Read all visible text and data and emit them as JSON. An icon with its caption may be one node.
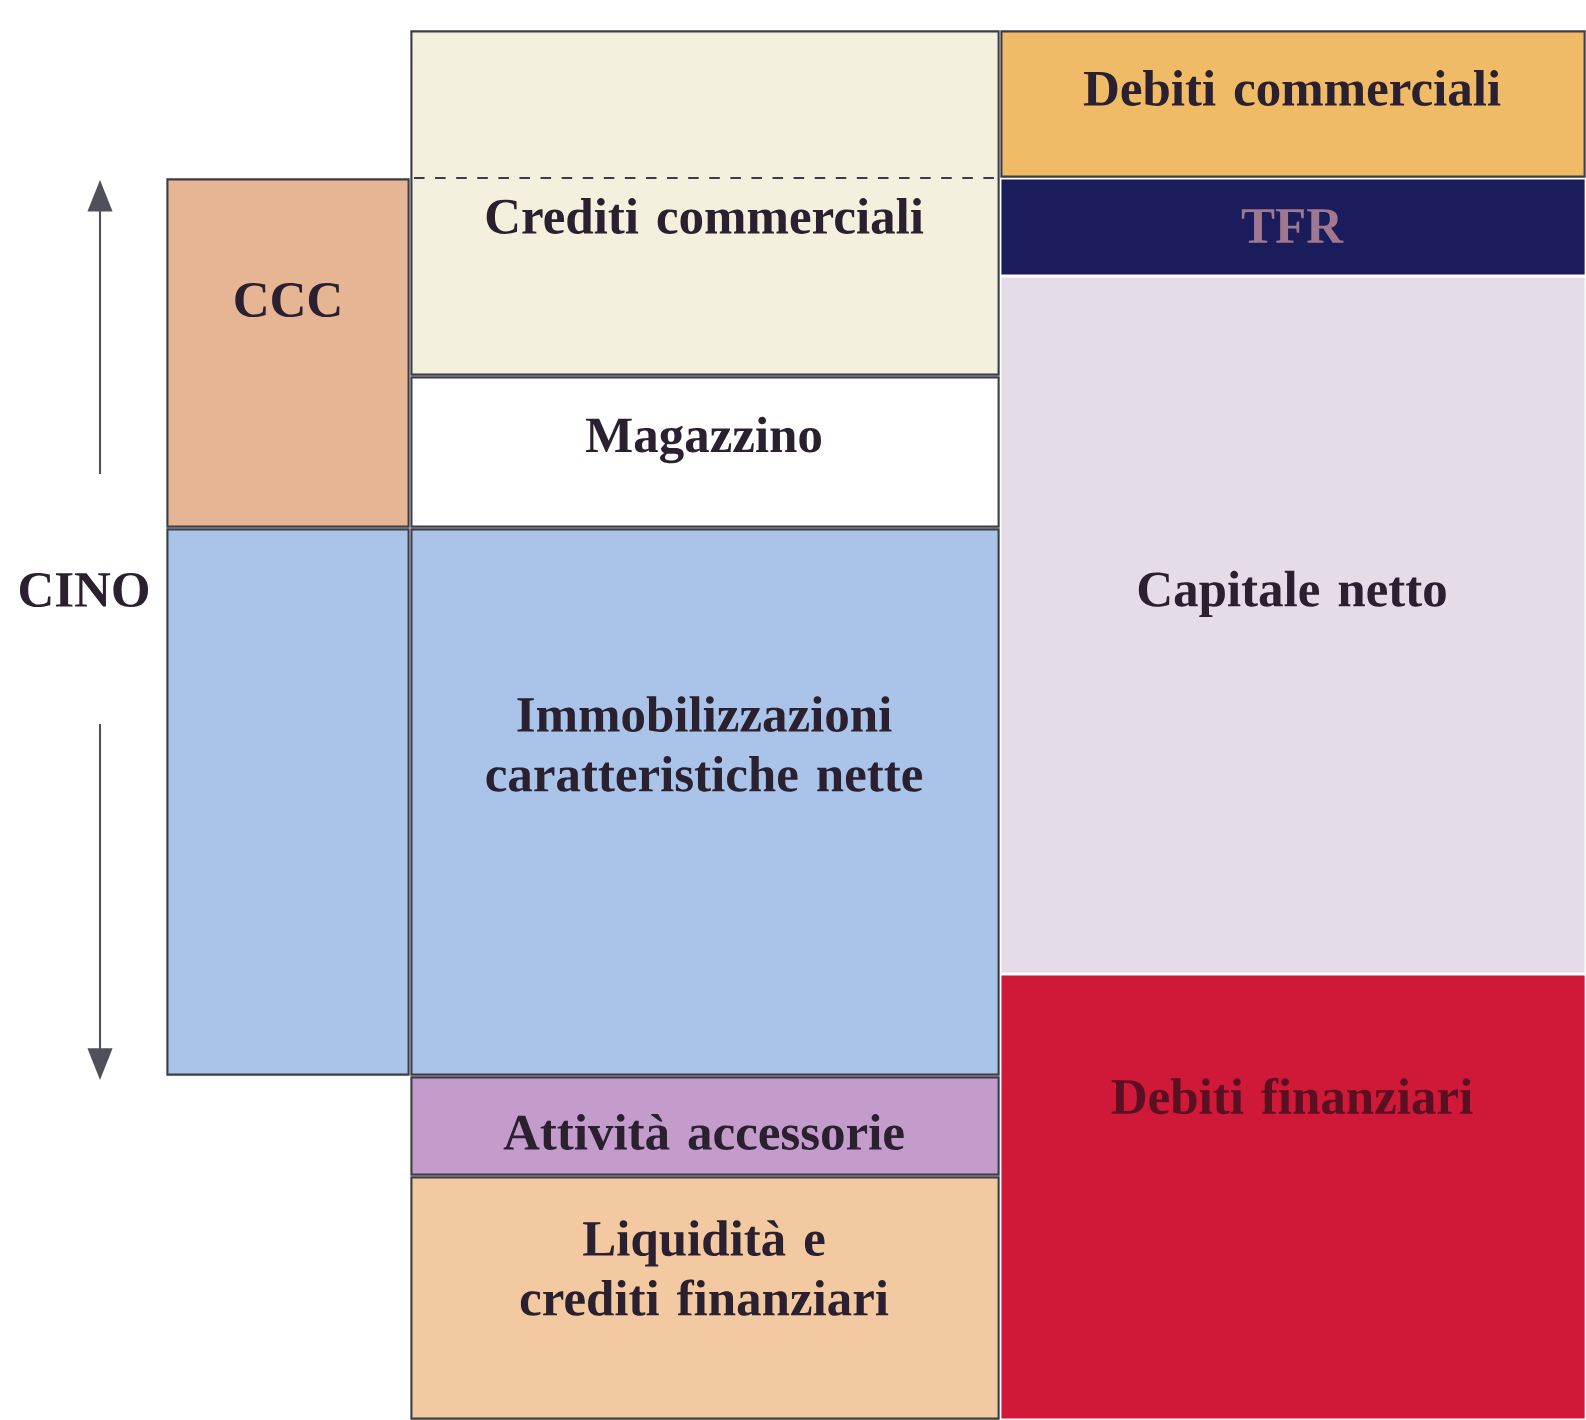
{
  "diagram": {
    "nodes": [
      {
        "text": [
          "CCC"
        ]
      },
      {
        "text": [],
        "shape": "box"
      },
      {
        "text": [
          "Crediti commerciali"
        ]
      },
      {
        "text": [
          "Magazzino"
        ]
      },
      {
        "text": [
          "Immobilizzazioni caratteristiche nette"
        ]
      },
      {
        "text": [
          "Attività accessorie"
        ]
      },
      {
        "text": [
          "Liquidità e crediti finanziari"
        ]
      },
      {
        "text": [
          "Debiti commerciali"
        ]
      },
      {
        "text": [
          "TFR"
        ]
      },
      {
        "text": [
          "Capitale netto"
        ]
      },
      {
        "text": [
          "Debiti finanziari"
        ]
      }
    ],
    "labels": [
      "CINO"
    ]
  }
}
